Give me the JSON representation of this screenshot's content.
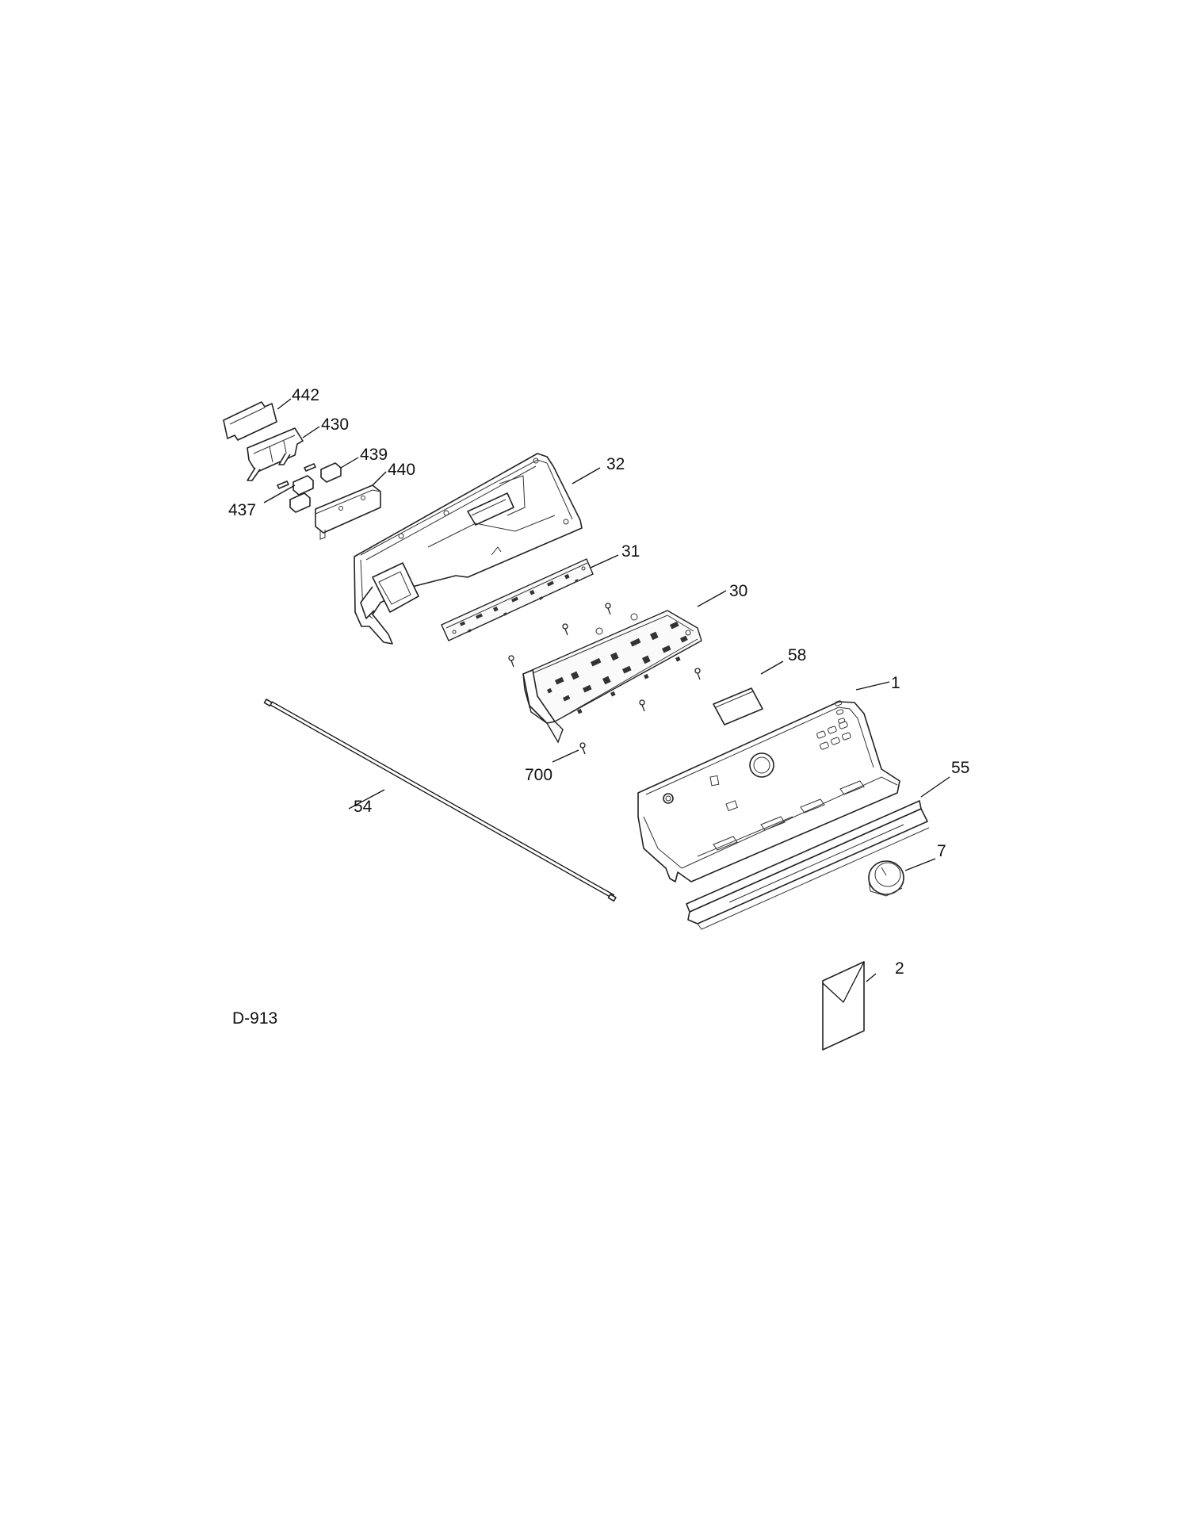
{
  "sheet_label": "D-913",
  "callouts": [
    {
      "id": "442",
      "text": "442"
    },
    {
      "id": "430",
      "text": "430"
    },
    {
      "id": "439",
      "text": "439"
    },
    {
      "id": "440",
      "text": "440"
    },
    {
      "id": "437",
      "text": "437"
    },
    {
      "id": "32",
      "text": "32"
    },
    {
      "id": "31",
      "text": "31"
    },
    {
      "id": "30",
      "text": "30"
    },
    {
      "id": "58",
      "text": "58"
    },
    {
      "id": "1",
      "text": "1"
    },
    {
      "id": "55",
      "text": "55"
    },
    {
      "id": "7",
      "text": "7"
    },
    {
      "id": "700",
      "text": "700"
    },
    {
      "id": "54",
      "text": "54"
    },
    {
      "id": "2",
      "text": "2"
    }
  ]
}
